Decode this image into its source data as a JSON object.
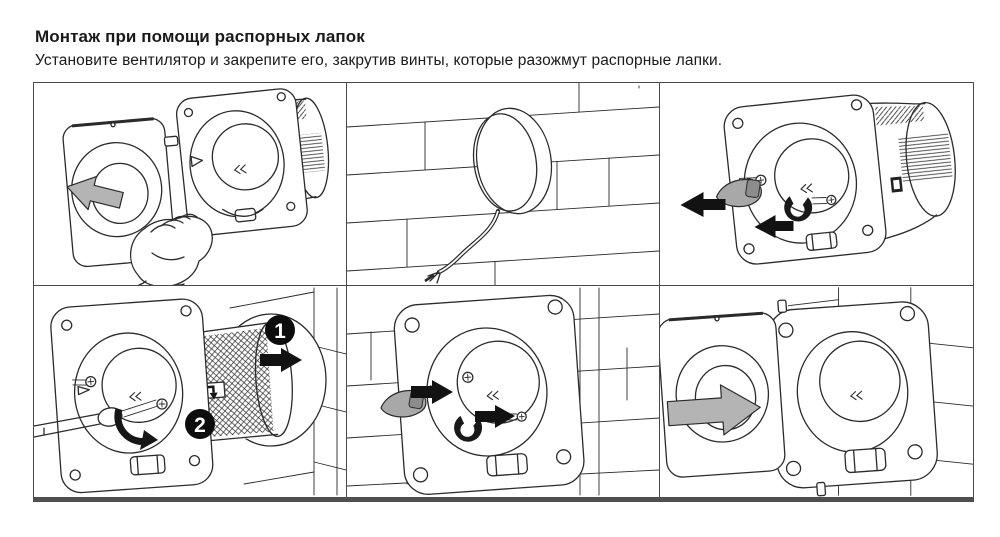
{
  "header": {
    "title": "Монтаж при помощи распорных лапок",
    "subtitle": "Установите вентилятор и закрепите его, закрутив винты, которые разожмут распорные лапки."
  },
  "steps": {
    "badge1": "1",
    "badge2": "2"
  },
  "colors": {
    "text": "#1a1a1a",
    "line": "#2b2b2b",
    "grid_border": "#4a4a4a",
    "grid_bottom_bar": "#4f4f4f",
    "arrow_gray_fill": "#b4b4b4",
    "screwdriver_fill": "#a8a8a8",
    "screwdriver_bit_fill": "#8c8c8c",
    "arrow_black": "#121212",
    "badge_background": "#0d0d0d",
    "badge_text": "#ffffff",
    "background": "#ffffff"
  },
  "panels": [
    {
      "name": "panel-1-remove-front-cover"
    },
    {
      "name": "panel-2-wall-hole-with-cable"
    },
    {
      "name": "panel-3-loosen-screws"
    },
    {
      "name": "panel-4-insert-fan-and-turn-screw"
    },
    {
      "name": "panel-5-tighten-screws-on-wall"
    },
    {
      "name": "panel-6-attach-front-cover"
    }
  ]
}
